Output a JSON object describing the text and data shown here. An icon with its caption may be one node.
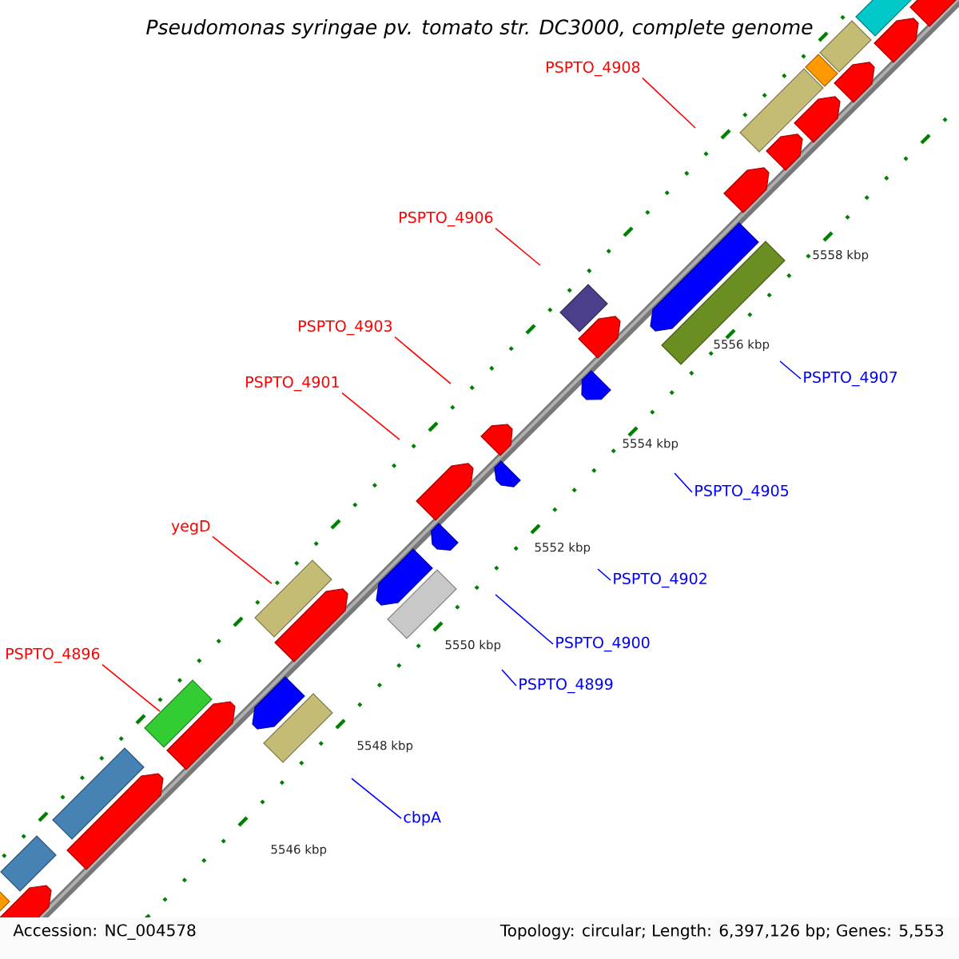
{
  "diagram": {
    "title": "Pseudomonas syringae pv. tomato str. DC3000, complete genome",
    "nodes": [
      {
        "text": [
          "PSPTO_4908"
        ]
      },
      {
        "text": [
          "PSPTO_4906"
        ]
      },
      {
        "text": [
          "PSPTO_4903"
        ]
      },
      {
        "text": [
          "PSPTO_4901"
        ]
      },
      {
        "text": [
          "PSPTO_4907"
        ]
      },
      {
        "text": [
          "PSPTO_4905"
        ]
      },
      {
        "text": [
          "yegD"
        ]
      },
      {
        "text": [
          "PSPTO_4902"
        ]
      },
      {
        "text": [
          "PSPTO_4900"
        ]
      },
      {
        "text": [
          "PSPTO_4896"
        ]
      },
      {
        "text": [
          "PSPTO_4899"
        ]
      },
      {
        "text": [
          "cbpA"
        ]
      }
    ],
    "edges": [
      {
        "from": 0,
        "to": null,
        "arrow": "none"
      },
      {
        "from": 1,
        "to": null,
        "arrow": "none"
      },
      {
        "from": 2,
        "to": null,
        "arrow": "none"
      },
      {
        "from": 3,
        "to": null,
        "arrow": "none"
      },
      {
        "from": 4,
        "to": null,
        "arrow": "none",
        "color": "#0000ff"
      },
      {
        "from": 5,
        "to": null,
        "arrow": "none",
        "color": "#0000ff"
      },
      {
        "from": 6,
        "to": null,
        "arrow": "none"
      },
      {
        "from": 7,
        "to": null,
        "arrow": "none",
        "color": "#0000ff"
      },
      {
        "from": 8,
        "to": null,
        "arrow": "none",
        "color": "#0000ff"
      },
      {
        "from": 9,
        "to": null,
        "arrow": "none"
      },
      {
        "from": 10,
        "to": null,
        "arrow": "none",
        "color": "#0000ff"
      },
      {
        "from": 11,
        "to": null,
        "arrow": "none",
        "color": "#0000ff"
      }
    ],
    "labels": [
      "5558 kbp",
      "5556 kbp",
      "5554 kbp",
      "5552 kbp",
      "5550 kbp",
      "5548 kbp",
      "5546 kbp",
      "Accession: NC_004578",
      "Topology: circular; Length: 6,397,126 bp; Genes: 5,553"
    ]
  }
}
